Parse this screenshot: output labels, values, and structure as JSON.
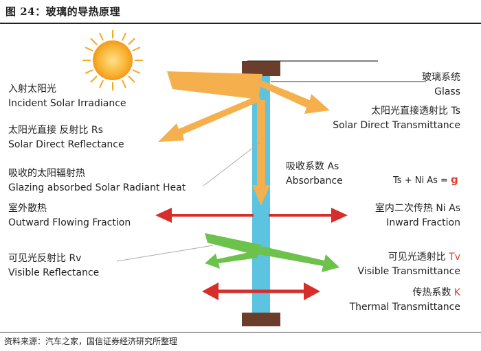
{
  "figure_title": "图 24：玻璃的导热原理",
  "source": "资料来源：汽车之家，国信证券经济研究所整理",
  "labels": {
    "incident_cn": "入射太阳光",
    "incident_en": "Incident Solar Irradiance",
    "reflect_cn": "太阳光直接 反射比 ",
    "reflect_sym": "Rs",
    "reflect_en": "Solar Direct Reflectance",
    "absorbed_cn": "吸收的太阳辐射热",
    "absorbed_en": "Glazing absorbed Solar Radiant Heat",
    "outward_cn": "室外散热",
    "outward_en": "Outward Flowing Fraction",
    "visrefl_cn": "可见光反射比 ",
    "visrefl_sym": "Rv",
    "visrefl_en": "Visible Reflectance",
    "glass_cn": "玻璃系统",
    "glass_en": "Glass",
    "trans_cn": "太阳光直接透射比 ",
    "trans_sym": "Ts",
    "trans_en": "Solar Direct Transmittance",
    "absorb_cn": "吸收系数 ",
    "absorb_sym": "As",
    "absorb_en": "Absorbance",
    "formula": "Ts + Ni As = ",
    "formula_g": "g",
    "inward_cn": "室内二次传热 ",
    "inward_sym": "Ni As",
    "inward_en": "Inward Fraction",
    "vistrans_cn": "可见光透射比 ",
    "vistrans_sym": "Tv",
    "vistrans_en": "Visible Transmittance",
    "thermal_cn": "传热系数 ",
    "thermal_sym": "K",
    "thermal_en": "Thermal Transmittance"
  },
  "colors": {
    "sun": "#f6a623",
    "solar_arrow": "#f5b04d",
    "glass": "#5cc4e0",
    "frame": "#6a3e2a",
    "heat_arrow": "#d62f2b",
    "visible_arrow": "#6cc24a",
    "highlight": "#e23b2b"
  }
}
